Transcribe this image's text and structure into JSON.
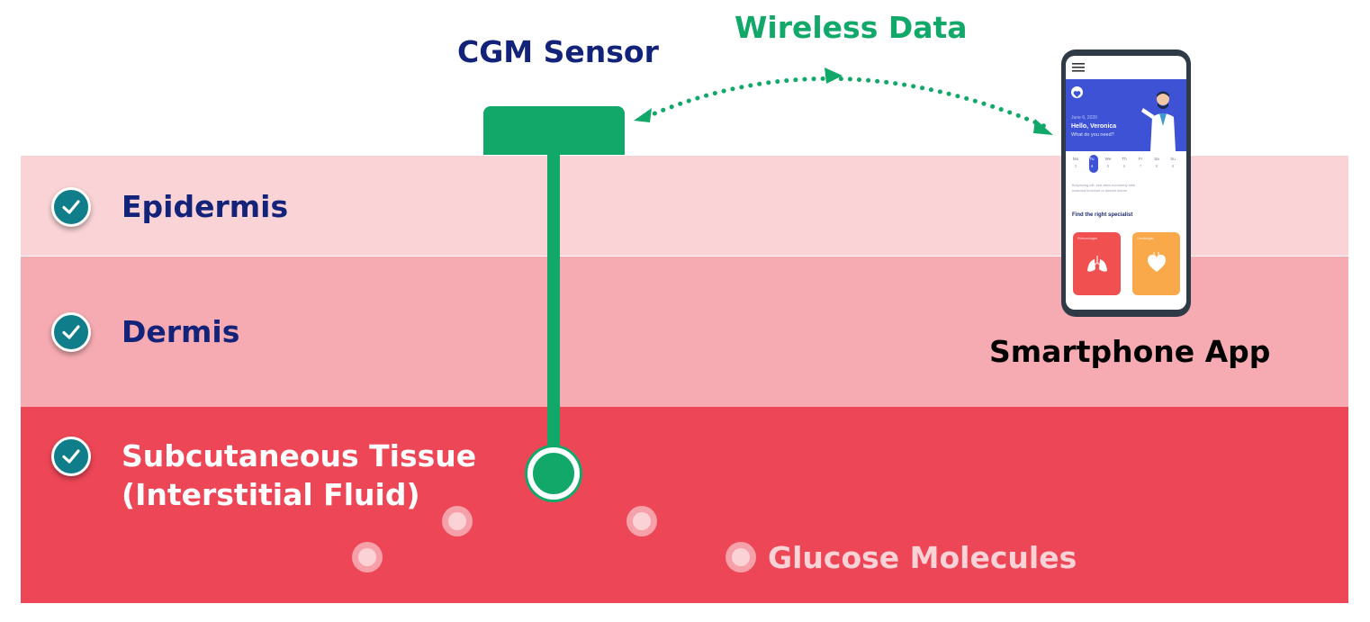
{
  "titles": {
    "cgm_sensor": "CGM Sensor",
    "wireless_data": "Wireless Data",
    "smartphone_app": "Smartphone App",
    "glucose_molecules": "Glucose Molecules"
  },
  "layers": {
    "epidermis": "Epidermis",
    "dermis": "Dermis",
    "subcutaneous_line1": "Subcutaneous Tissue",
    "subcutaneous_line2": "(Interstitial Fluid)"
  },
  "phone_screen": {
    "date": "June 6, 2020",
    "greeting": "Hello, Veronica",
    "question": "What do you need?",
    "days": [
      "Mo",
      "Tu",
      "We",
      "Th",
      "Fr",
      "Sa",
      "Su"
    ],
    "day_numbers": [
      "3",
      "4",
      "5",
      "6",
      "7",
      "8",
      "9"
    ],
    "body_text_line1": "Bolynizing elit, sed diam nonummy nibh",
    "body_text_line2": "euismod tincidunt ut laoreet dolore",
    "section_title": "Find the right specialist",
    "card1_label": "Pulmonologist",
    "card2_label": "Cardiologist"
  },
  "colors": {
    "navy": "#14237a",
    "green": "#12a86a",
    "epidermis": "#f9d3d6",
    "dermis": "#f5abb1",
    "subcutaneous": "#ed4657",
    "check": "#0f7d8a"
  },
  "icons": [
    "check-icon",
    "menu-icon",
    "lungs-icon",
    "heart-icon",
    "doctor-illustration"
  ]
}
